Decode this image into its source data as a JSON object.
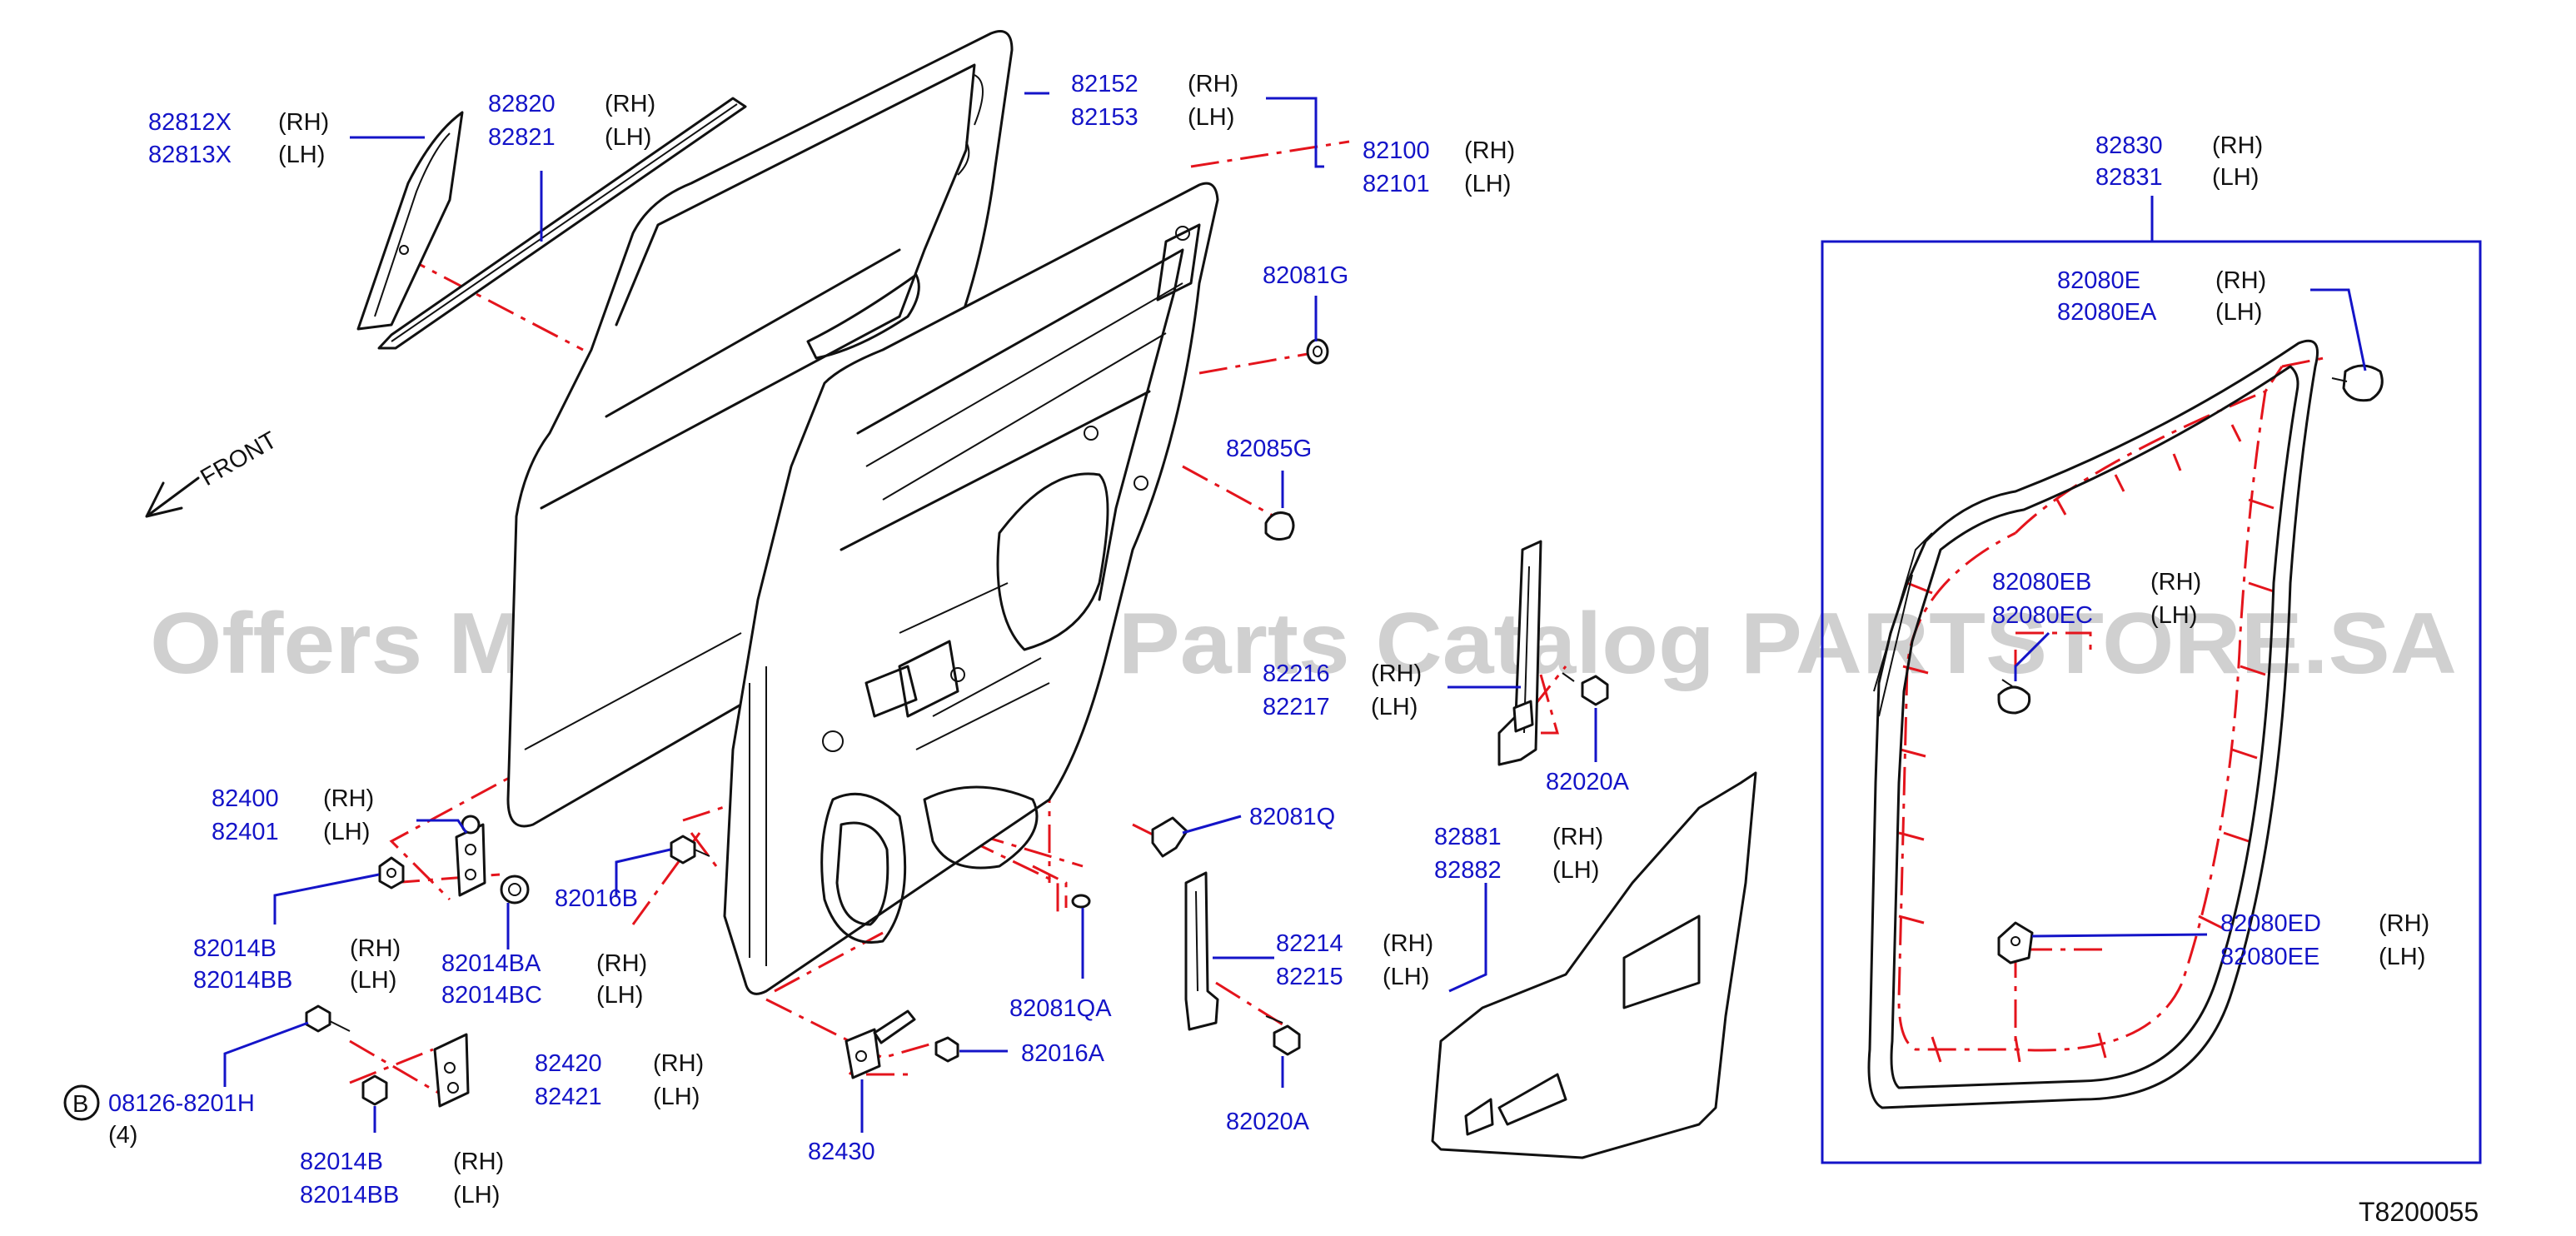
{
  "labels": {
    "p82812": [
      "82812X",
      "82813X"
    ],
    "p82820": [
      "82820",
      "82821"
    ],
    "p82152": [
      "82152",
      "82153"
    ],
    "p82100": [
      "82100",
      "82101"
    ],
    "p82081G": "82081G",
    "p82085G": "82085G",
    "p82400": [
      "82400",
      "82401"
    ],
    "p82014B_top": [
      "82014B",
      "82014BB"
    ],
    "p82014BA": [
      "82014BA",
      "82014BC"
    ],
    "p82016B": "82016B",
    "p82081Q": "82081Q",
    "p82214": [
      "82214",
      "82215"
    ],
    "p82081QA": "82081QA",
    "p82016A": "82016A",
    "p82420": [
      "82420",
      "82421"
    ],
    "p08126": "08126-8201H",
    "p08126_qty": "(4)",
    "p08126_badge": "B",
    "p82014B_bottom": [
      "82014B",
      "82014BB"
    ],
    "p82430": "82430",
    "p82020A_bottom": "82020A",
    "p82216": [
      "82216",
      "82217"
    ],
    "p82020A_top": "82020A",
    "p82881": [
      "82881",
      "82882"
    ],
    "p82830": [
      "82830",
      "82831"
    ],
    "p82080E": [
      "82080E",
      "82080EA"
    ],
    "p82080EB": [
      "82080EB",
      "82080EC"
    ],
    "p82080ED": [
      "82080ED",
      "82080EE"
    ]
  },
  "side": {
    "rh": "(RH)",
    "lh": "(LH)"
  },
  "front_label": "FRONT",
  "diagram_code": "T8200055",
  "watermark": "Offers Merchant Auto Parts Catalog PARTSTORE.SA",
  "colors": {
    "part_number": "#1414c8",
    "leader": "#1414c8",
    "dash": "#e4141c",
    "outline": "#111111"
  }
}
